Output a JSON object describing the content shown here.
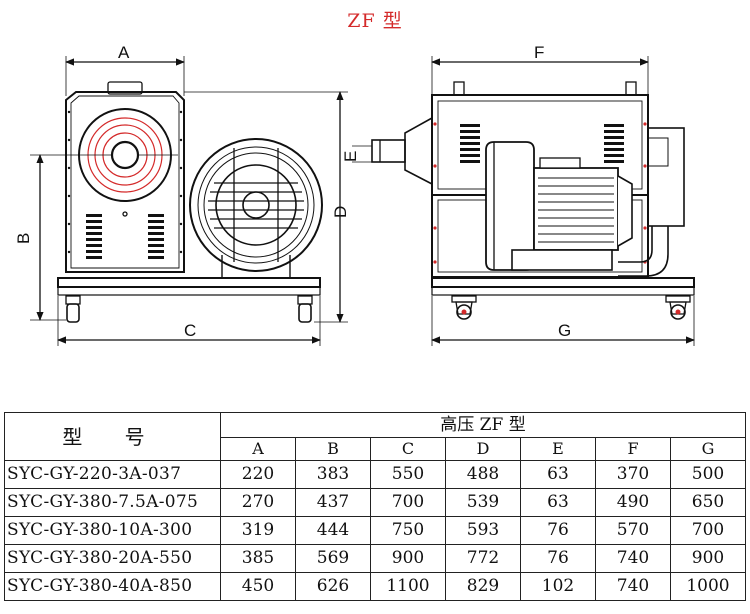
{
  "title": "ZF 型",
  "front_view": {
    "labels": {
      "a": "A",
      "b": "B",
      "c": "C",
      "d": "D"
    }
  },
  "side_view": {
    "labels": {
      "e": "E",
      "f": "F",
      "g": "G"
    }
  },
  "table": {
    "model_header": "型 号",
    "group_header": "高压 ZF 型",
    "columns": [
      "A",
      "B",
      "C",
      "D",
      "E",
      "F",
      "G"
    ],
    "rows": [
      {
        "model": "SYC-GY-220-3A-037",
        "values": [
          "220",
          "383",
          "550",
          "488",
          "63",
          "370",
          "500"
        ]
      },
      {
        "model": "SYC-GY-380-7.5A-075",
        "values": [
          "270",
          "437",
          "700",
          "539",
          "63",
          "490",
          "650"
        ]
      },
      {
        "model": "SYC-GY-380-10A-300",
        "values": [
          "319",
          "444",
          "750",
          "593",
          "76",
          "570",
          "700"
        ]
      },
      {
        "model": "SYC-GY-380-20A-550",
        "values": [
          "385",
          "569",
          "900",
          "772",
          "76",
          "740",
          "900"
        ]
      },
      {
        "model": "SYC-GY-380-40A-850",
        "values": [
          "450",
          "626",
          "1100",
          "829",
          "102",
          "740",
          "1000"
        ]
      }
    ]
  },
  "colors": {
    "title": "#d42a2a",
    "accent_ring": "#d42a2a",
    "line": "#111111"
  }
}
